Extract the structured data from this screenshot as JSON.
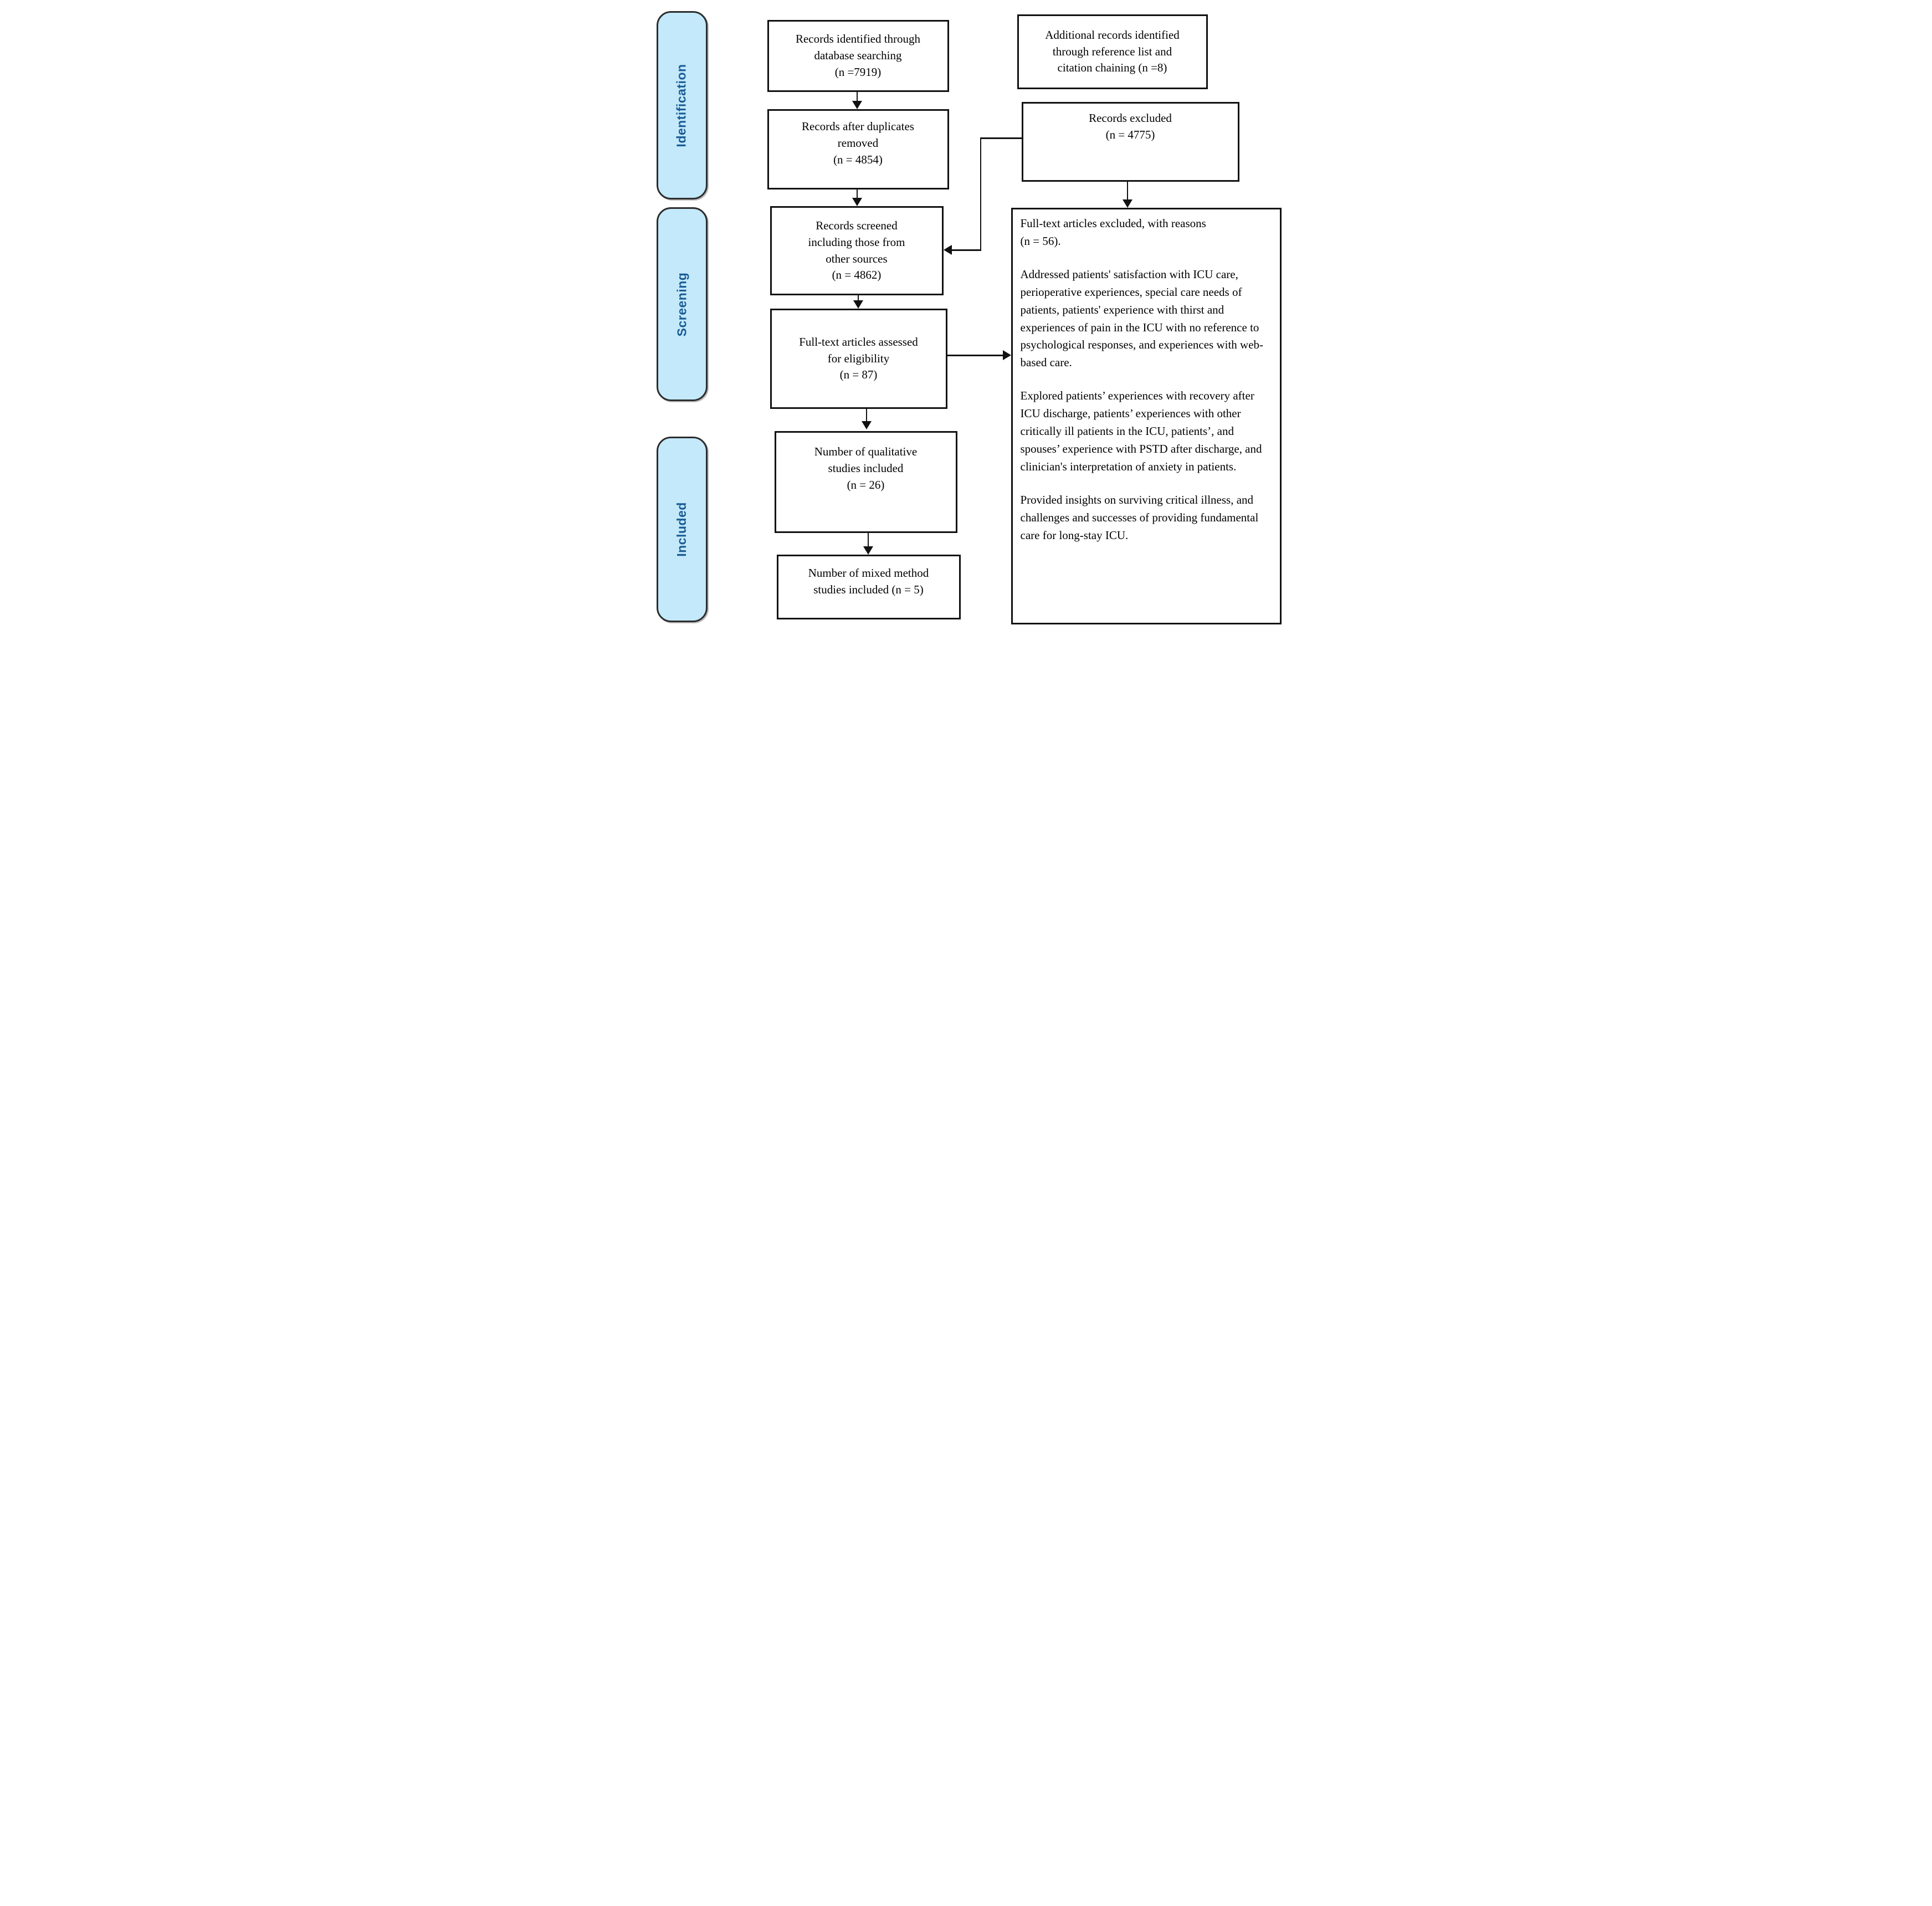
{
  "stages": [
    {
      "label": "Identification"
    },
    {
      "label": "Screening"
    },
    {
      "label": "Included"
    }
  ],
  "boxes": {
    "identified": "Records identified through\ndatabase searching\n(n =7919)",
    "additional": "Additional records identified\nthrough reference list and\ncitation chaining (n =8)",
    "duplicates_removed": "Records after duplicates\nremoved\n(n = 4854)",
    "records_excluded": "Records excluded\n(n = 4775)",
    "screened": "Records screened\nincluding those from\nother sources\n(n = 4862)",
    "fulltext_assessed": "Full-text articles assessed\nfor eligibility\n(n = 87)",
    "qualitative_included": "Number of qualitative\nstudies included\n(n = 26)",
    "mixed_included": "Number of mixed method\nstudies included (n = 5)"
  },
  "excluded_reasons": {
    "paragraphs": [
      "Full-text articles excluded, with reasons\n(n = 56).",
      "Addressed patients' satisfaction with ICU care, perioperative experiences, special care needs of patients, patients' experience with thirst and experiences of pain in the ICU with no reference to psychological responses, and experiences with web-based care.",
      "Explored patients’ experiences with recovery after ICU discharge, patients’ experiences with other critically ill patients in the ICU, patients’, and spouses’ experience with PSTD after discharge, and clinician's interpretation of anxiety in patients.",
      "Provided insights on surviving critical illness, and challenges and successes of providing fundamental care for long-stay ICU."
    ]
  },
  "colors": {
    "stage_fill": "#C3E9FA",
    "stage_text": "#1A5C96",
    "box_border": "#111111",
    "background": "#FFFFFF"
  }
}
